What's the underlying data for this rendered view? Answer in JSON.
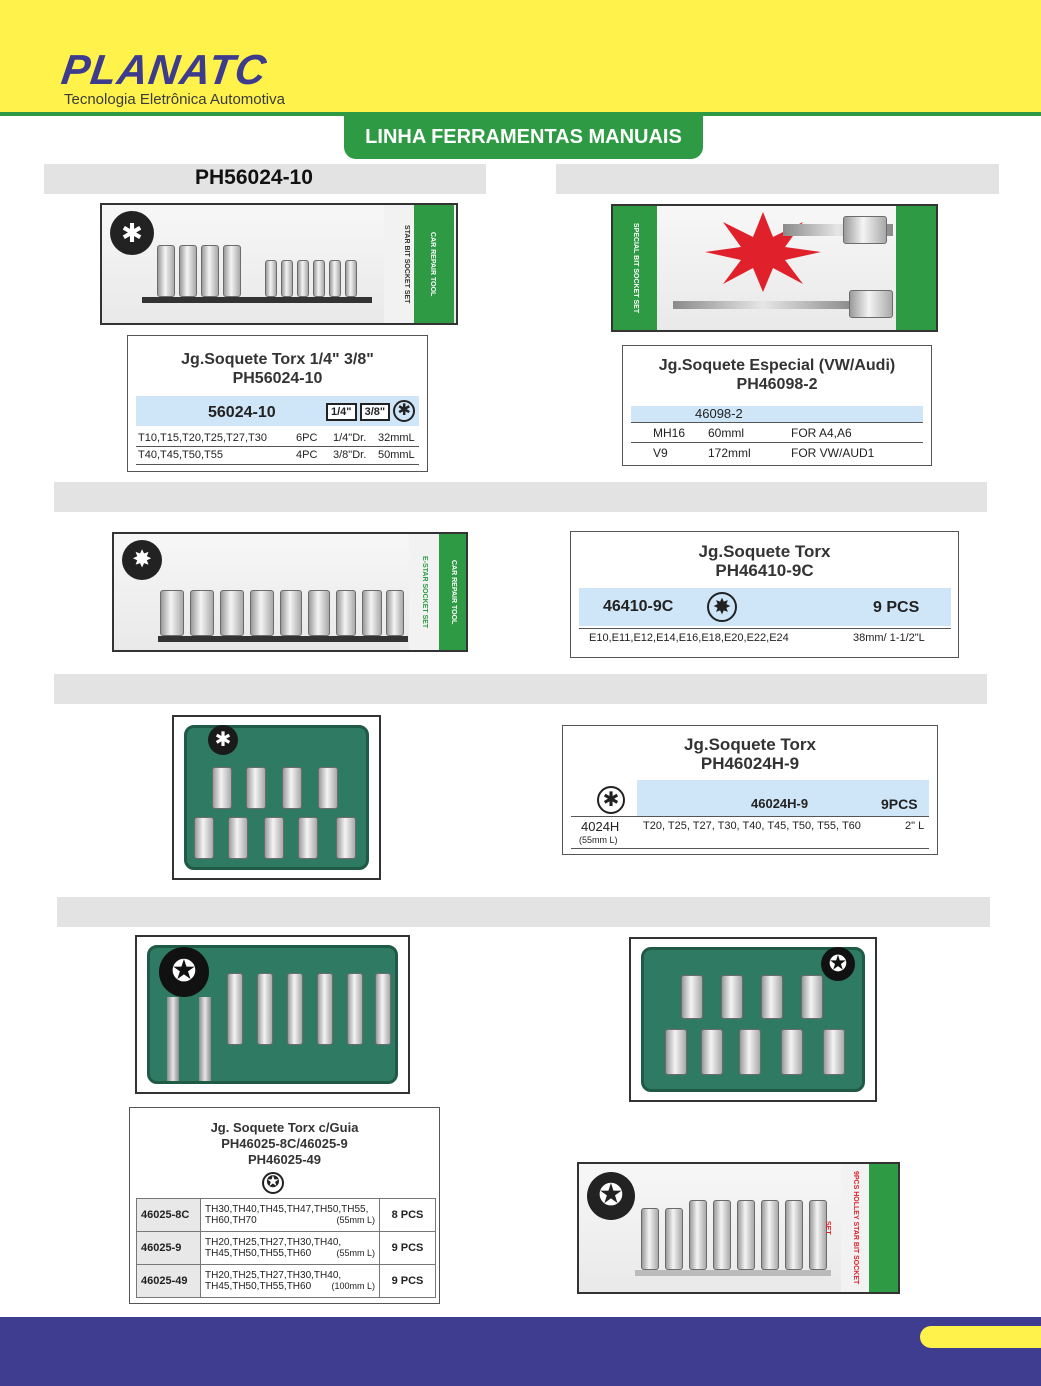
{
  "header": {
    "logo": "PLANATC",
    "tagline": "Tecnologia Eletrônica Automotiva",
    "banner": "LINHA FERRAMENTAS MANUAIS"
  },
  "section1": {
    "code_title": "PH56024-10"
  },
  "spec1": {
    "title_line1": "Jg.Soquete Torx 1/4\" 3/8\"",
    "title_line2": "PH56024-10",
    "band_code": "56024-10",
    "badge1": "1/4\"",
    "badge2": "3/8\"",
    "rows": [
      {
        "a": "T10,T15,T20,T25,T27,T30",
        "b": "6PC",
        "c": "1/4\"Dr.",
        "d": "32mmL"
      },
      {
        "a": "T40,T45,T50,T55",
        "b": "4PC",
        "c": "3/8\"Dr.",
        "d": "50mmL"
      }
    ]
  },
  "spec2": {
    "title_line1": "Jg.Soquete Especial (VW/Audi)",
    "title_line2": "PH46098-2",
    "band_code": "46098-2",
    "rows": [
      {
        "a": "MH16",
        "b": "60mml",
        "c": "FOR  A4,A6"
      },
      {
        "a": "V9",
        "b": "172mml",
        "c": "FOR VW/AUD1"
      }
    ]
  },
  "spec3": {
    "title_line1": "Jg.Soquete Torx",
    "title_line2": "PH46410-9C",
    "band_code": "46410-9C",
    "band_count": "9 PCS",
    "row_a": "E10,E11,E12,E14,E16,E18,E20,E22,E24",
    "row_b": "38mm/ 1-1/2\"L"
  },
  "spec4": {
    "title_line1": "Jg.Soquete Torx",
    "title_line2": "PH46024H-9",
    "band_code": "46024H-9",
    "band_count": "9PCS",
    "left_code": "4024H",
    "left_sub": "(55mm L)",
    "row_a": "T20, T25, T27, T30, T40, T45, T50, T55, T60",
    "row_b": "2\" L"
  },
  "spec5": {
    "title_line1": "Jg. Soquete Torx c/Guia",
    "title_line2": "PH46025-8C/46025-9",
    "title_line3": "PH46025-49",
    "rows": [
      {
        "code": "46025-8C",
        "l1": "TH30,TH40,TH45,TH47,TH50,TH55,",
        "l2": "TH60,TH70",
        "len": "(55mm L)",
        "pcs": "8 PCS"
      },
      {
        "code": "46025-9",
        "l1": "TH20,TH25,TH27,TH30,TH40,",
        "l2": "TH45,TH50,TH55,TH60",
        "len": "(55mm L)",
        "pcs": "9 PCS"
      },
      {
        "code": "46025-49",
        "l1": "TH20,TH25,TH27,TH30,TH40,",
        "l2": "TH45,TH50,TH55,TH60",
        "len": "(100mm L)",
        "pcs": "9 PCS"
      }
    ]
  },
  "photos": {
    "p1_strip": "STAR BIT SOCKET SET",
    "p1_strip2": "CAR REPAIR TOOL",
    "p2_strip": "SPECIAL BIT SOCKET SET",
    "p3_strip": "E-STAR SOCKET SET",
    "p3_strip2": "CAR REPAIR TOOL",
    "p6_strip": "9PCS HOLLEY STAR BIT SOCKET SET"
  }
}
